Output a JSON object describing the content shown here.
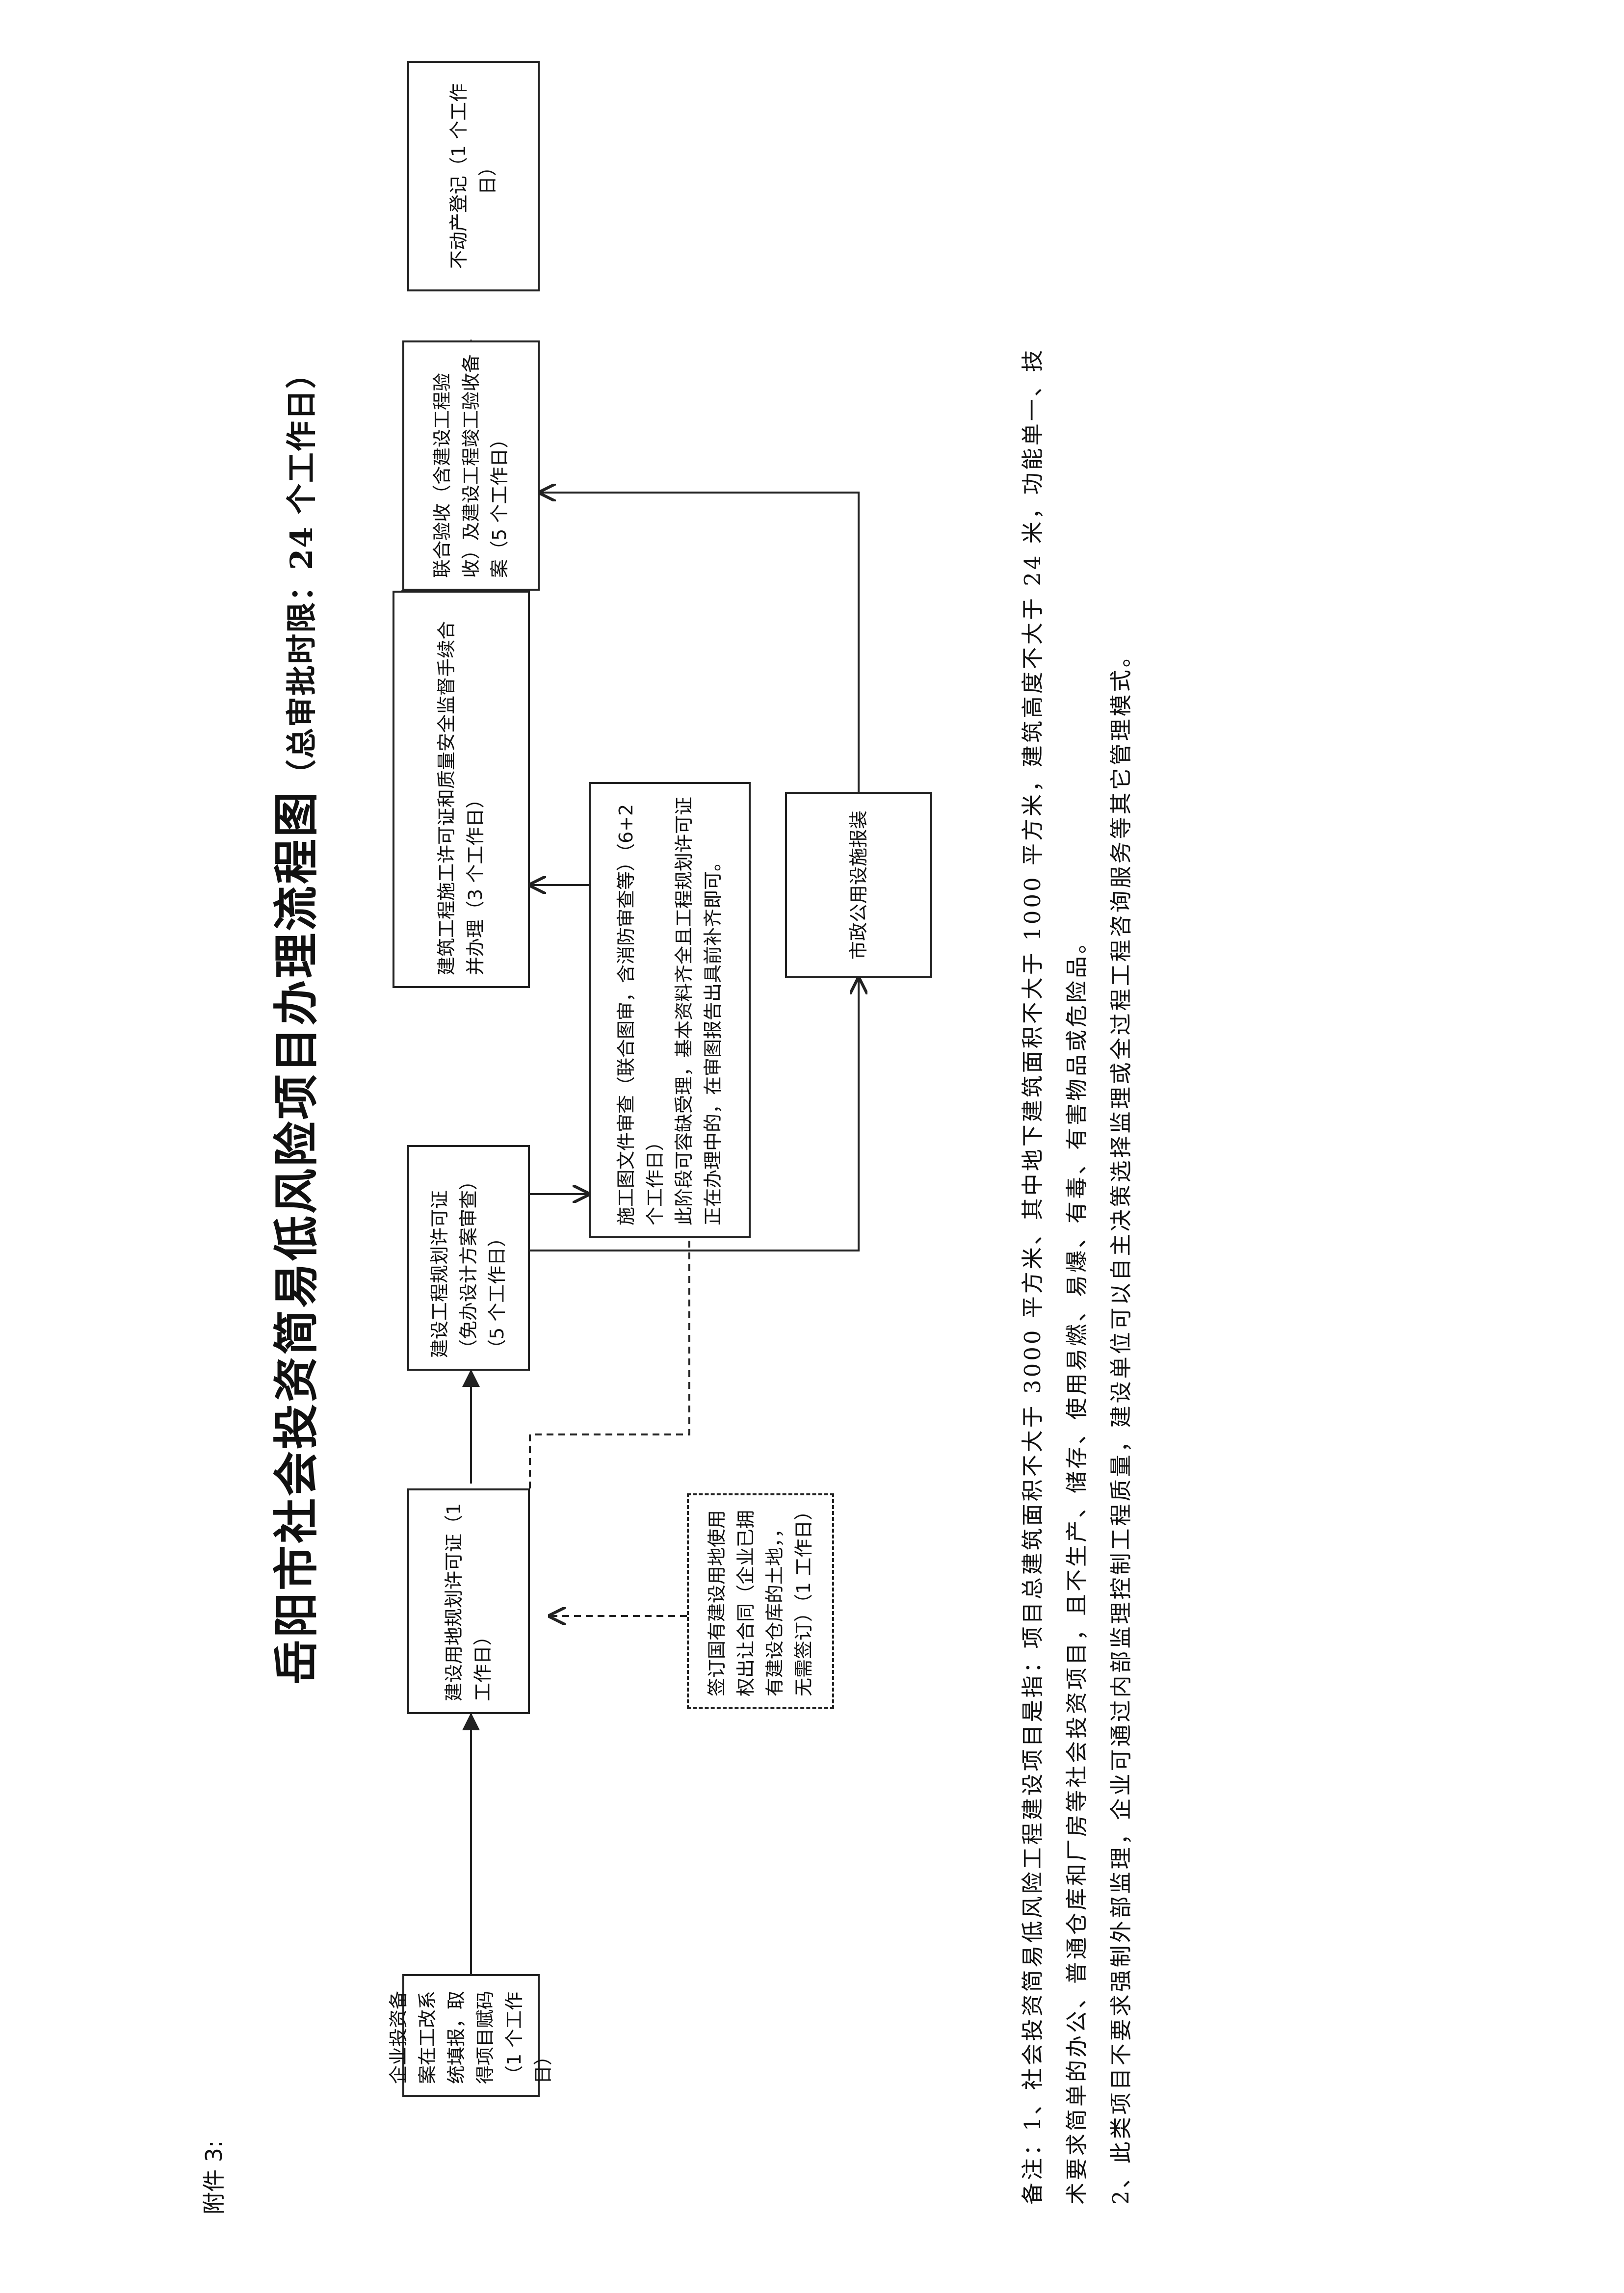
{
  "attachment_label": "附件 3:",
  "title": "岳阳市社会投资简易低风险项目办理流程图",
  "title_note": "（总审批时限：24 个工作日）",
  "nodes": {
    "n1": "企业投资备案在工改系统填报，取得项目赋码（1 个工作日）",
    "n2": "建设用地规划许可证（1 工作日）",
    "n2_pre": "签订国有建设用地使用权出让合同（企业已拥有建设仓库的土地，，无需签订）（1 工作日）",
    "n3": "建设工程规划许可证（免办设计方案审查）（5 个工作日）",
    "n4": "施工图文件审查（联合图审，含消防审查等）（6+2个工作日）\n此阶段可容缺受理，基本资料齐全且工程规划许可证正在办理中的，在审图报告出具前补齐即可。",
    "n5": "建筑工程施工许可证和质量安全监督手续合并办理（3 个工作日）",
    "n6": "市政公用设施报装",
    "n7": "联合验收（含建设工程验收）及建设工程竣工验收备案（5 个工作日）",
    "n8": "不动产登记（1 个工作日）"
  },
  "notes": {
    "line1": "备注：1、社会投资简易低风险工程建设项目是指：项目总建筑面积不大于 3000 平方米、其中地下建筑面积不大于 1000 平方米，建筑高度不大于 24 米，功能单一、技",
    "line2": "术要求简单的办公、普通仓库和厂房等社会投资项目，且不生产、储存、使用易燃、易爆、有毒、有害物品或危险品。",
    "line3": "2、此类项目不要求强制外部监理，企业可通过内部监理控制工程质量，建设单位可以自主决策选择监理或全过程工程咨询服务等其它管理模式。"
  }
}
